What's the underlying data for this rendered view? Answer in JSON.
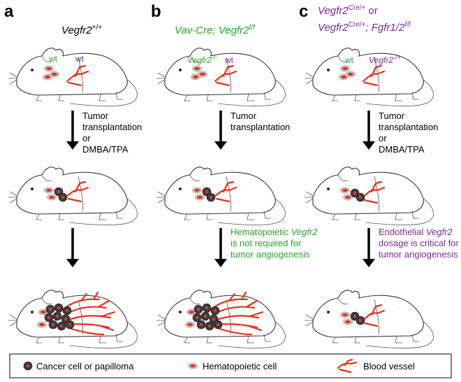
{
  "panels": {
    "a": {
      "letter": "a",
      "title_gene": "Vegfr2",
      "title_sup": "+/+",
      "hemato_label": "wt",
      "endo_label": "wt",
      "step1_lines": [
        "Tumor",
        "transplantation",
        "or",
        "DMBA/TPA"
      ]
    },
    "b": {
      "letter": "b",
      "title_pre": "Vav-Cre; ",
      "title_gene": "Vegfr2",
      "title_sup": "f/f",
      "hemato_label_gene": "Vegfr2",
      "hemato_label_sup": "-/-",
      "endo_label": "wt",
      "step1_lines": [
        "Tumor",
        "transplantation"
      ],
      "step2_line1_pre": "Hematopoietic ",
      "step2_line1_gene": "Vegfr2",
      "step2_line2": "is not required for",
      "step2_line3": "tumor angiogenesis"
    },
    "c": {
      "letter": "c",
      "title1_gene": "Vegfr2",
      "title1_sup": "Cre/+",
      "title1_post": " or",
      "title2_gene": "Vegfr2",
      "title2_sup": "Cre/+",
      "title2_mid": "; ",
      "title2_gene2": "Fgfr1/2",
      "title2_sup2": "f/f",
      "hemato_label": "wt",
      "endo_label_gene": "Vegfr2",
      "endo_label_sup": "-/+",
      "step1_lines": [
        "Tumor",
        "transplantation",
        "or",
        "DMBA/TPA"
      ],
      "step2_line1_pre": "Endothelial ",
      "step2_line1_gene": "Vegfr2",
      "step2_line2": "dosage is critical for",
      "step2_line3": "tumor angiogenesis"
    }
  },
  "legend": {
    "cancer": "Cancer cell or papilloma",
    "hemato": "Hematopoietic cell",
    "vessel": "Blood vessel"
  },
  "colors": {
    "green": "#2aa02a",
    "purple": "#7b2a9c",
    "vessel": "#e8301c",
    "hemato_fill": "#c8c8c8",
    "hemato_core": "#e8301c",
    "cancer_fill": "#3a3a3a"
  }
}
